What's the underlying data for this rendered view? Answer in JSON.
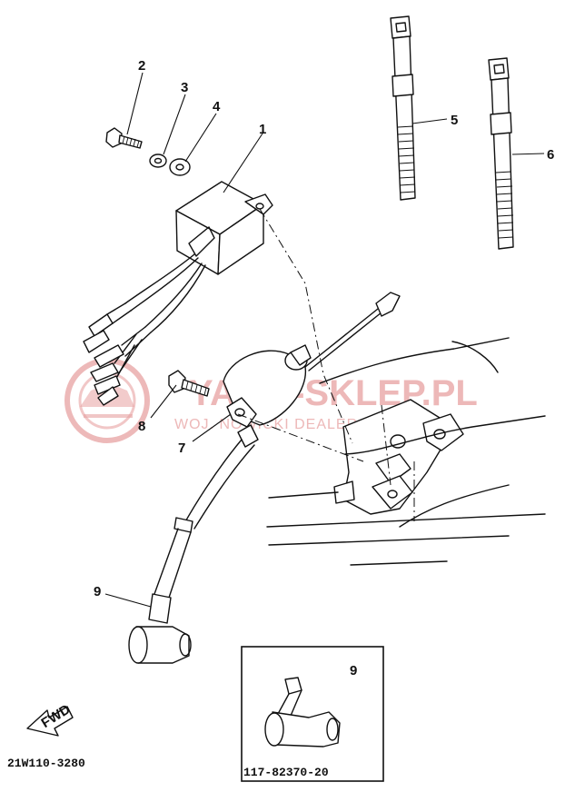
{
  "watermark": {
    "brand": "YAMA-SKLEP.PL",
    "tagline": "WOJ. NOWICKI DEALER YAMAHA"
  },
  "callouts": {
    "c1": "1",
    "c2": "2",
    "c3": "3",
    "c4": "4",
    "c5": "5",
    "c6": "6",
    "c7": "7",
    "c8": "8",
    "c9": "9",
    "c9_inset": "9"
  },
  "fwd_label": "FWD",
  "diagram_code": "21W110-3280",
  "inset_part_number": "117-82370-20"
}
